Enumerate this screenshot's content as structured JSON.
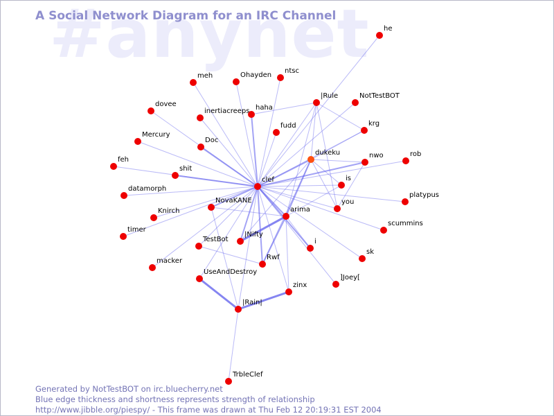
{
  "watermark": "#anynet",
  "title": "A Social Network Diagram for an IRC Channel",
  "footer": {
    "line1": "Generated by NotTestBOT on irc.bluecherry.net",
    "line2": "Blue edge thickness and shortness represents strength of relationship",
    "line3": "http://www.jibble.org/piespy/ - This frame was drawn at Thu Feb 12 20:19:31 EST 2004"
  },
  "colors": {
    "node": "#ee0000",
    "node_highlight": "#ff5010",
    "edge": "#6666ee",
    "title": "#8f8fce",
    "footer": "#7373b5",
    "watermark": "#ececfb"
  },
  "nodes": [
    {
      "id": "he",
      "label": "he"
    },
    {
      "id": "meh",
      "label": "meh"
    },
    {
      "id": "ohayden",
      "label": "Ohayden"
    },
    {
      "id": "ntsc",
      "label": "ntsc"
    },
    {
      "id": "irule",
      "label": "|Rule"
    },
    {
      "id": "nottestbot",
      "label": "NotTestBOT"
    },
    {
      "id": "dovee",
      "label": "dovee"
    },
    {
      "id": "inertiacreeps",
      "label": "inertiacreeps"
    },
    {
      "id": "haha",
      "label": "haha"
    },
    {
      "id": "krg",
      "label": "krg"
    },
    {
      "id": "fudd",
      "label": "fudd"
    },
    {
      "id": "mercury",
      "label": "Mercury"
    },
    {
      "id": "doc",
      "label": "Doc"
    },
    {
      "id": "dukeku",
      "label": "dukeku",
      "highlight": true
    },
    {
      "id": "nwo",
      "label": "nwo"
    },
    {
      "id": "rob",
      "label": "rob"
    },
    {
      "id": "feh",
      "label": "feh"
    },
    {
      "id": "shit",
      "label": "shit"
    },
    {
      "id": "clef",
      "label": "clef"
    },
    {
      "id": "is",
      "label": "is"
    },
    {
      "id": "datamorph",
      "label": "datamorph"
    },
    {
      "id": "platypus",
      "label": "platypus"
    },
    {
      "id": "novakane",
      "label": "NovaKANE"
    },
    {
      "id": "you",
      "label": "you"
    },
    {
      "id": "knirch",
      "label": "Knirch"
    },
    {
      "id": "arima",
      "label": "arima"
    },
    {
      "id": "timer",
      "label": "timer"
    },
    {
      "id": "scummins",
      "label": "scummins"
    },
    {
      "id": "nifty",
      "label": "|Nifty"
    },
    {
      "id": "testbot",
      "label": "TestBot"
    },
    {
      "id": "i",
      "label": "i"
    },
    {
      "id": "macker",
      "label": "macker"
    },
    {
      "id": "sk",
      "label": "sk"
    },
    {
      "id": "rwf",
      "label": "Rwf"
    },
    {
      "id": "useanddestroy",
      "label": "UseAndDestroy"
    },
    {
      "id": "joey",
      "label": "]Joey["
    },
    {
      "id": "zinx",
      "label": "zinx"
    },
    {
      "id": "rain",
      "label": "|Rain|"
    },
    {
      "id": "trbleclef",
      "label": "TrbleClef"
    }
  ],
  "edges": [
    {
      "from": "clef",
      "to": "he",
      "weight": 1
    },
    {
      "from": "clef",
      "to": "meh",
      "weight": 1
    },
    {
      "from": "clef",
      "to": "ohayden",
      "weight": 1
    },
    {
      "from": "clef",
      "to": "ntsc",
      "weight": 1
    },
    {
      "from": "clef",
      "to": "dovee",
      "weight": 1
    },
    {
      "from": "clef",
      "to": "inertiacreeps",
      "weight": 1
    },
    {
      "from": "clef",
      "to": "haha",
      "weight": 2
    },
    {
      "from": "clef",
      "to": "fudd",
      "weight": 1
    },
    {
      "from": "clef",
      "to": "mercury",
      "weight": 1
    },
    {
      "from": "clef",
      "to": "doc",
      "weight": 2
    },
    {
      "from": "clef",
      "to": "feh",
      "weight": 1
    },
    {
      "from": "clef",
      "to": "shit",
      "weight": 2
    },
    {
      "from": "clef",
      "to": "datamorph",
      "weight": 1
    },
    {
      "from": "clef",
      "to": "knirch",
      "weight": 1
    },
    {
      "from": "clef",
      "to": "timer",
      "weight": 1
    },
    {
      "from": "clef",
      "to": "macker",
      "weight": 1
    },
    {
      "from": "clef",
      "to": "novakane",
      "weight": 2
    },
    {
      "from": "clef",
      "to": "testbot",
      "weight": 1
    },
    {
      "from": "clef",
      "to": "nifty",
      "weight": 2
    },
    {
      "from": "clef",
      "to": "useanddestroy",
      "weight": 1
    },
    {
      "from": "clef",
      "to": "rain",
      "weight": 1
    },
    {
      "from": "clef",
      "to": "rwf",
      "weight": 2
    },
    {
      "from": "clef",
      "to": "arima",
      "weight": 2
    },
    {
      "from": "clef",
      "to": "dukeku",
      "weight": 2
    },
    {
      "from": "clef",
      "to": "irule",
      "weight": 1
    },
    {
      "from": "clef",
      "to": "nottestbot",
      "weight": 1
    },
    {
      "from": "clef",
      "to": "krg",
      "weight": 1
    },
    {
      "from": "clef",
      "to": "nwo",
      "weight": 2
    },
    {
      "from": "clef",
      "to": "rob",
      "weight": 1
    },
    {
      "from": "clef",
      "to": "is",
      "weight": 1
    },
    {
      "from": "clef",
      "to": "you",
      "weight": 1
    },
    {
      "from": "clef",
      "to": "platypus",
      "weight": 1
    },
    {
      "from": "clef",
      "to": "scummins",
      "weight": 1
    },
    {
      "from": "clef",
      "to": "i",
      "weight": 2
    },
    {
      "from": "clef",
      "to": "sk",
      "weight": 1
    },
    {
      "from": "clef",
      "to": "joey",
      "weight": 1
    },
    {
      "from": "clef",
      "to": "zinx",
      "weight": 1
    },
    {
      "from": "haha",
      "to": "irule",
      "weight": 1
    },
    {
      "from": "irule",
      "to": "krg",
      "weight": 1
    },
    {
      "from": "irule",
      "to": "dukeku",
      "weight": 1
    },
    {
      "from": "irule",
      "to": "you",
      "weight": 1
    },
    {
      "from": "irule",
      "to": "arima",
      "weight": 1
    },
    {
      "from": "krg",
      "to": "dukeku",
      "weight": 1
    },
    {
      "from": "dukeku",
      "to": "nwo",
      "weight": 1
    },
    {
      "from": "dukeku",
      "to": "is",
      "weight": 1
    },
    {
      "from": "dukeku",
      "to": "you",
      "weight": 1
    },
    {
      "from": "dukeku",
      "to": "arima",
      "weight": 2
    },
    {
      "from": "dukeku",
      "to": "rwf",
      "weight": 1
    },
    {
      "from": "dukeku",
      "to": "nifty",
      "weight": 1
    },
    {
      "from": "nwo",
      "to": "you",
      "weight": 1
    },
    {
      "from": "arima",
      "to": "novakane",
      "weight": 1
    },
    {
      "from": "arima",
      "to": "nifty",
      "weight": 3
    },
    {
      "from": "arima",
      "to": "rwf",
      "weight": 2
    },
    {
      "from": "arima",
      "to": "i",
      "weight": 1
    },
    {
      "from": "arima",
      "to": "is",
      "weight": 1
    },
    {
      "from": "arima",
      "to": "zinx",
      "weight": 1
    },
    {
      "from": "testbot",
      "to": "rwf",
      "weight": 1
    },
    {
      "from": "useanddestroy",
      "to": "rain",
      "weight": 3
    },
    {
      "from": "rain",
      "to": "zinx",
      "weight": 3
    },
    {
      "from": "rain",
      "to": "trbleclef",
      "weight": 1
    },
    {
      "from": "rain",
      "to": "novakane",
      "weight": 1
    }
  ]
}
